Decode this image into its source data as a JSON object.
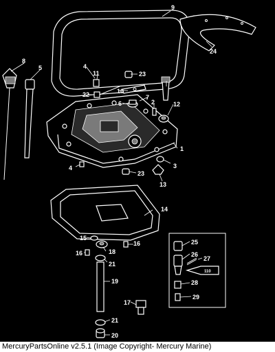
{
  "callouts": [
    "1",
    "2",
    "3",
    "4",
    "4",
    "5",
    "6",
    "7",
    "8",
    "9",
    "10",
    "11",
    "12",
    "13",
    "14",
    "15",
    "16",
    "16",
    "17",
    "18",
    "19",
    "20",
    "21",
    "21",
    "22",
    "23",
    "23",
    "24",
    "25",
    "26",
    "27",
    "28",
    "29"
  ],
  "inset_label": "110",
  "footer_text": "MercuryPartsOnline v2.5.1 (Image Copyright- Mercury Marine)"
}
